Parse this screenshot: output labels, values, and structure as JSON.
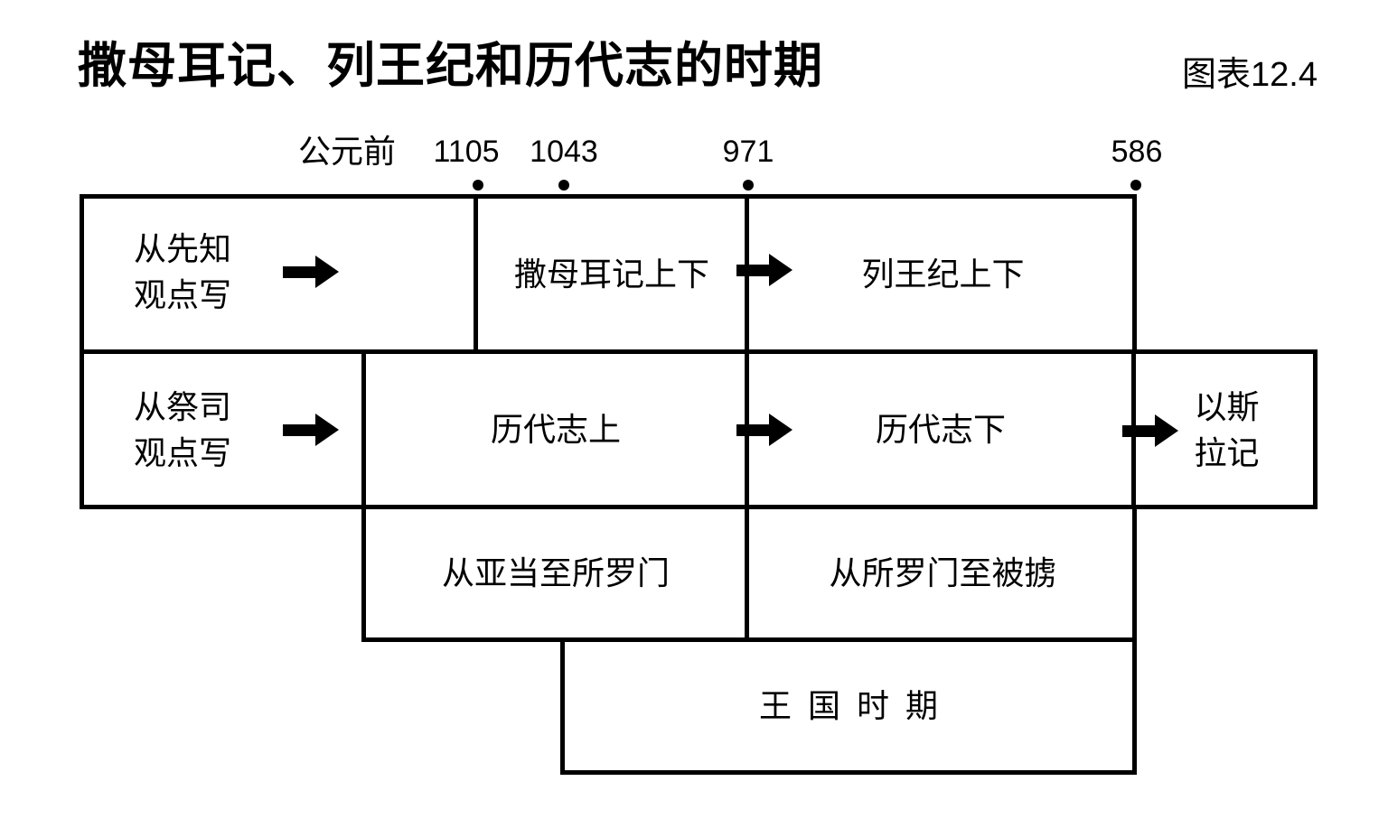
{
  "page": {
    "title": "撒母耳记、列王纪和历代志的时期",
    "figure_label": "图表12.4",
    "colors": {
      "ink": "#000000",
      "background": "#ffffff"
    }
  },
  "timeline": {
    "era_label": "公元前",
    "years": [
      "1105",
      "1043",
      "971",
      "586"
    ]
  },
  "rows": {
    "prophetic": {
      "viewpoint": {
        "line1": "从先知",
        "line2": "观点写"
      },
      "samuel_label": "撒母耳记上下",
      "kings_label": "列王纪上下"
    },
    "priestly": {
      "viewpoint": {
        "line1": "从祭司",
        "line2": "观点写"
      },
      "chronicles1_label": "历代志上",
      "chronicles2_label": "历代志下",
      "ezra": {
        "line1": "以斯",
        "line2": "拉记"
      }
    },
    "coverage": {
      "adam_to_solomon_label": "从亚当至所罗门",
      "solomon_to_exile_label": "从所罗门至被掳"
    },
    "kingdom": {
      "label": "王国时期"
    }
  }
}
